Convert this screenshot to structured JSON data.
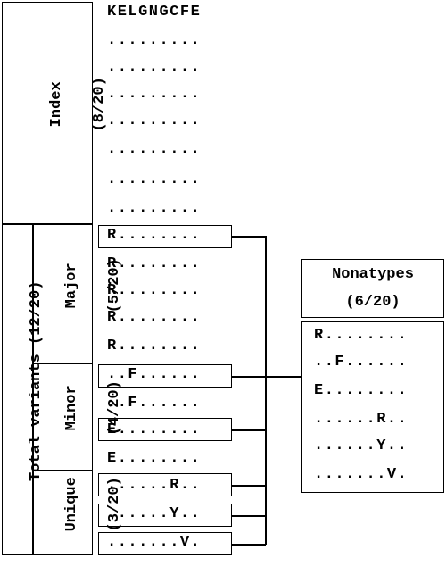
{
  "header": {
    "sequence": "KELGNGCFE"
  },
  "index_label": {
    "title": "Index",
    "count": "(8/20)"
  },
  "total_label": {
    "title": "Total variants",
    "count": "(12/20)"
  },
  "major_label": {
    "title": "Major",
    "count": "(5/20)"
  },
  "minor_label": {
    "title": "Minor",
    "count": "(4/20)"
  },
  "unique_label": {
    "title": "Unique",
    "count": "(3/20)"
  },
  "index_rows": [
    ".........",
    ".........",
    ".........",
    ".........",
    ".........",
    ".........",
    "........."
  ],
  "variant_rows": [
    "R........",
    "R........",
    "R........",
    "R........",
    "R........",
    "..F......",
    "..F......",
    "E........",
    "E........",
    "......R..",
    "......Y..",
    ".......V."
  ],
  "nonatypes": {
    "title": "Nonatypes",
    "count": "(6/20)",
    "rows": [
      "R........",
      "..F......",
      "E........",
      "......R..",
      "......Y..",
      ".......V."
    ]
  }
}
